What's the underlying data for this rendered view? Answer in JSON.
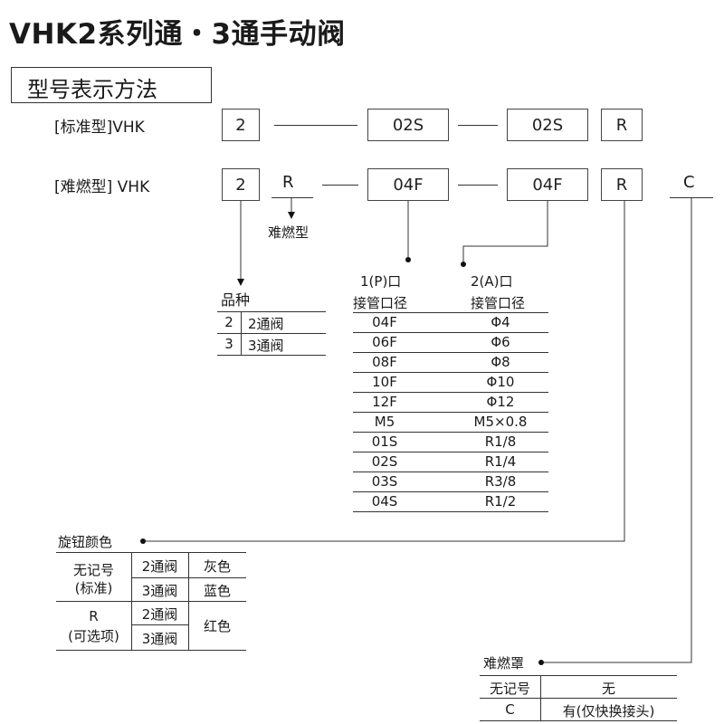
{
  "title": "VHK2系列通・3通手动阀",
  "section_title": "型号表示方法",
  "standard": {
    "label": "[标准型]VHK",
    "codes": [
      "2",
      "02S",
      "02S",
      "R"
    ]
  },
  "flame": {
    "label": "[难燃型] VHK",
    "codes": [
      "2",
      "R",
      "04F",
      "04F",
      "R",
      "C"
    ],
    "r_note": "难燃型"
  },
  "variety": {
    "title": "品种",
    "rows": [
      [
        "2",
        "2通阀"
      ],
      [
        "3",
        "3通阀"
      ]
    ]
  },
  "ports": {
    "h1_a": "1(P)口",
    "h1_b": "接管口径",
    "h2_a": "2(A)口",
    "h2_b": "接管口径",
    "rows": [
      [
        "04F",
        "Φ4"
      ],
      [
        "06F",
        "Φ6"
      ],
      [
        "08F",
        "Φ8"
      ],
      [
        "10F",
        "Φ10"
      ],
      [
        "12F",
        "Φ12"
      ],
      [
        "M5",
        "M5×0.8"
      ],
      [
        "01S",
        "R1/8"
      ],
      [
        "02S",
        "R1/4"
      ],
      [
        "03S",
        "R3/8"
      ],
      [
        "04S",
        "R1/2"
      ]
    ]
  },
  "knob": {
    "title": "旋钮颜色",
    "g1_a": "无记号",
    "g1_b": "(标准)",
    "g2_a": "R",
    "g2_b": "(可选项)",
    "row_2": "2通阀",
    "row_3": "3通阀",
    "c1": "灰色",
    "c2": "蓝色",
    "c3": "红色"
  },
  "cover": {
    "title": "难燃罩",
    "r1_a": "无记号",
    "r1_b": "无",
    "r2_a": "C",
    "r2_b": "有(仅快换接头)"
  }
}
